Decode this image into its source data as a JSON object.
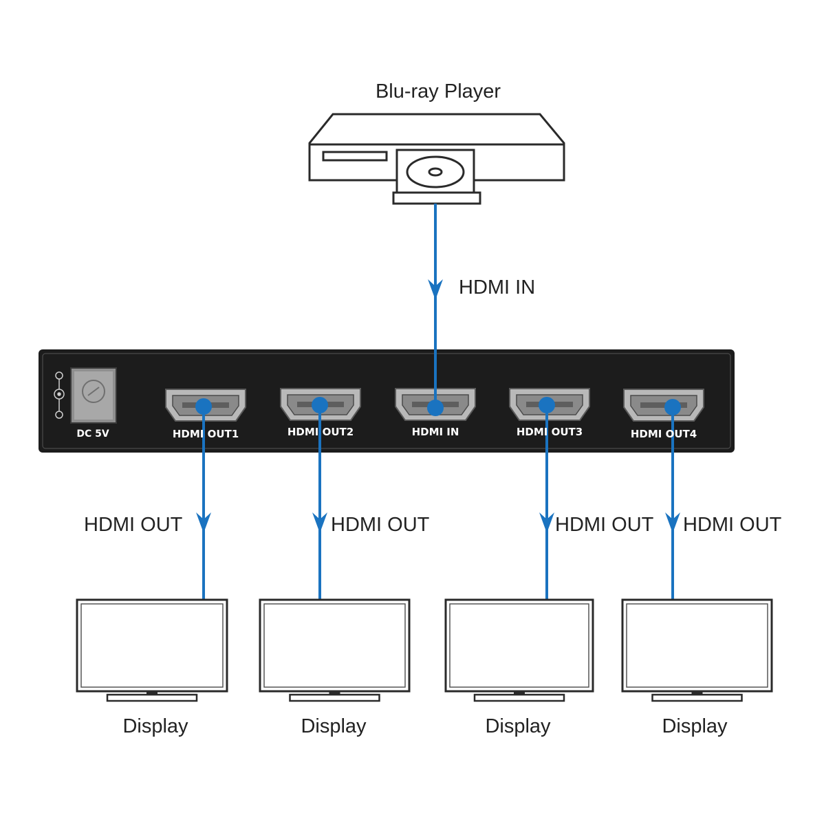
{
  "source": {
    "label": "Blu-ray Player"
  },
  "splitter": {
    "power_label": "DC 5V",
    "ports": [
      {
        "id": "out1",
        "label": "HDMI OUT1"
      },
      {
        "id": "out2",
        "label": "HDMI OUT2"
      },
      {
        "id": "in",
        "label": "HDMI IN"
      },
      {
        "id": "out3",
        "label": "HDMI OUT3"
      },
      {
        "id": "out4",
        "label": "HDMI OUT4"
      }
    ]
  },
  "connections": {
    "input_label": "HDMI IN",
    "output_label": "HDMI OUT"
  },
  "displays": [
    {
      "label": "Display"
    },
    {
      "label": "Display"
    },
    {
      "label": "Display"
    },
    {
      "label": "Display"
    }
  ],
  "colors": {
    "cable": "#1a73c0",
    "device_body": "#1c1c1c",
    "outline": "#2a2a2a"
  }
}
